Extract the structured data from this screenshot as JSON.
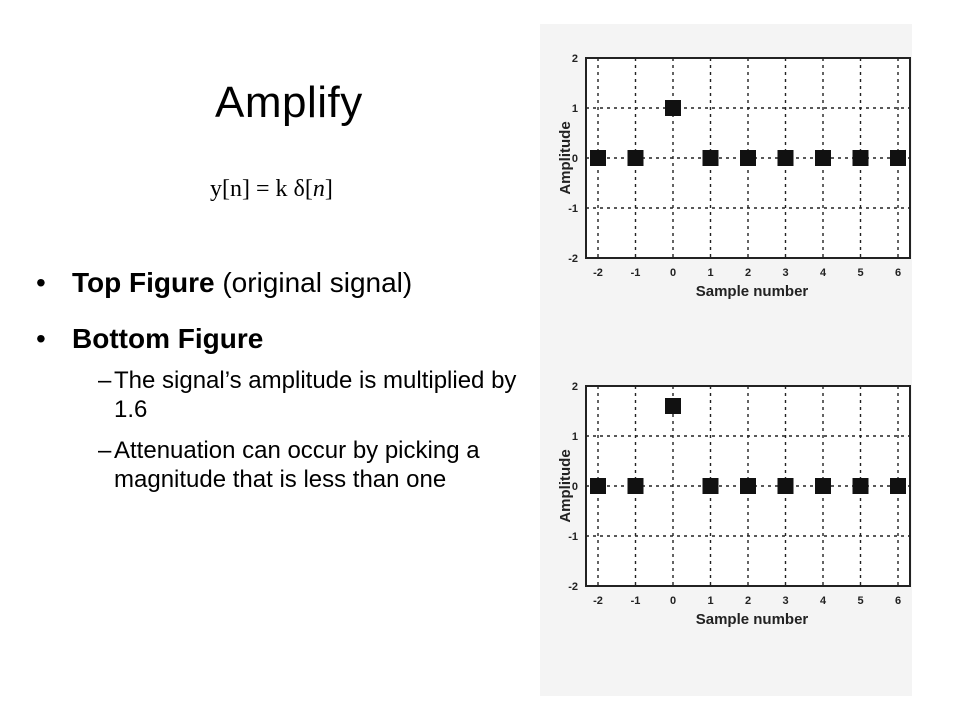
{
  "slide": {
    "title": "Amplify",
    "formula": {
      "lhs": "y[n] = k δ[",
      "var": "n",
      "rhs": "]"
    },
    "bullets": [
      {
        "bold": "Top Figure",
        "rest": " (original signal)"
      },
      {
        "bold": "Bottom Figure",
        "rest": ""
      }
    ],
    "sub_bullets": [
      {
        "text": "The signal’s amplitude is multiplied by 1.6"
      },
      {
        "text": "Attenuation can occur by picking a magnitude that is less than one"
      }
    ],
    "glyphs": {
      "bullet": "•",
      "dash": "–"
    }
  },
  "chart_data": [
    {
      "type": "scatter",
      "marker": "square",
      "xlabel": "Sample number",
      "ylabel": "Amplitude",
      "xlim": [
        -2,
        6
      ],
      "ylim": [
        -2,
        2
      ],
      "xticks": [
        -2,
        -1,
        0,
        1,
        2,
        3,
        4,
        5,
        6
      ],
      "yticks": [
        2,
        1,
        0,
        -1,
        -2
      ],
      "grid": true,
      "x": [
        -2,
        -1,
        0,
        1,
        2,
        3,
        4,
        5,
        6
      ],
      "y": [
        0,
        0,
        1,
        0,
        0,
        0,
        0,
        0,
        0
      ]
    },
    {
      "type": "scatter",
      "marker": "square",
      "xlabel": "Sample number",
      "ylabel": "Amplitude",
      "xlim": [
        -2,
        6
      ],
      "ylim": [
        -2,
        2
      ],
      "xticks": [
        -2,
        -1,
        0,
        1,
        2,
        3,
        4,
        5,
        6
      ],
      "yticks": [
        2,
        1,
        0,
        -1,
        -2
      ],
      "grid": true,
      "x": [
        -2,
        -1,
        0,
        1,
        2,
        3,
        4,
        5,
        6
      ],
      "y": [
        0,
        0,
        1.6,
        0,
        0,
        0,
        0,
        0,
        0
      ]
    }
  ]
}
